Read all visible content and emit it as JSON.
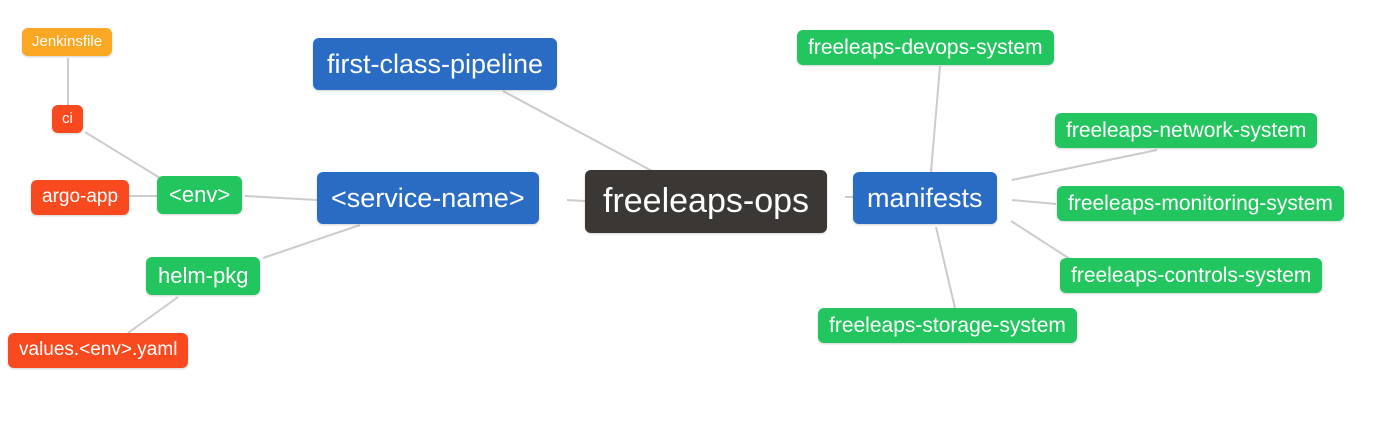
{
  "diagram": {
    "type": "mindmap",
    "background": "#ffffff",
    "edge_color": "#cccccc",
    "palette": {
      "blue": "#2a6cc4",
      "green": "#23c55e",
      "red": "#f84a1e",
      "orange": "#faa724",
      "dark": "#3b3734",
      "node_text": "#ffffff"
    },
    "nodes": {
      "root": {
        "label": "freeleaps-ops",
        "color": "dark"
      },
      "first_class_pipeline": {
        "label": "first-class-pipeline",
        "color": "blue"
      },
      "service_name": {
        "label": "<service-name>",
        "color": "blue"
      },
      "manifests": {
        "label": "manifests",
        "color": "blue"
      },
      "env": {
        "label": "<env>",
        "color": "green"
      },
      "helm_pkg": {
        "label": "helm-pkg",
        "color": "green"
      },
      "ci": {
        "label": "ci",
        "color": "red"
      },
      "argo_app": {
        "label": "argo-app",
        "color": "red"
      },
      "jenkinsfile": {
        "label": "Jenkinsfile",
        "color": "orange"
      },
      "values_env_yaml": {
        "label": "values.<env>.yaml",
        "color": "red"
      },
      "devops_system": {
        "label": "freeleaps-devops-system",
        "color": "green"
      },
      "network_system": {
        "label": "freeleaps-network-system",
        "color": "green"
      },
      "monitoring_system": {
        "label": "freeleaps-monitoring-system",
        "color": "green"
      },
      "controls_system": {
        "label": "freeleaps-controls-system",
        "color": "green"
      },
      "storage_system": {
        "label": "freeleaps-storage-system",
        "color": "green"
      }
    },
    "edges": [
      {
        "from": "jenkinsfile",
        "to": "ci"
      },
      {
        "from": "ci",
        "to": "env"
      },
      {
        "from": "argo_app",
        "to": "env"
      },
      {
        "from": "env",
        "to": "service_name"
      },
      {
        "from": "helm_pkg",
        "to": "service_name"
      },
      {
        "from": "values_env_yaml",
        "to": "helm_pkg"
      },
      {
        "from": "first_class_pipeline",
        "to": "root"
      },
      {
        "from": "service_name",
        "to": "root"
      },
      {
        "from": "root",
        "to": "manifests"
      },
      {
        "from": "manifests",
        "to": "devops_system"
      },
      {
        "from": "manifests",
        "to": "network_system"
      },
      {
        "from": "manifests",
        "to": "monitoring_system"
      },
      {
        "from": "manifests",
        "to": "controls_system"
      },
      {
        "from": "manifests",
        "to": "storage_system"
      }
    ]
  }
}
